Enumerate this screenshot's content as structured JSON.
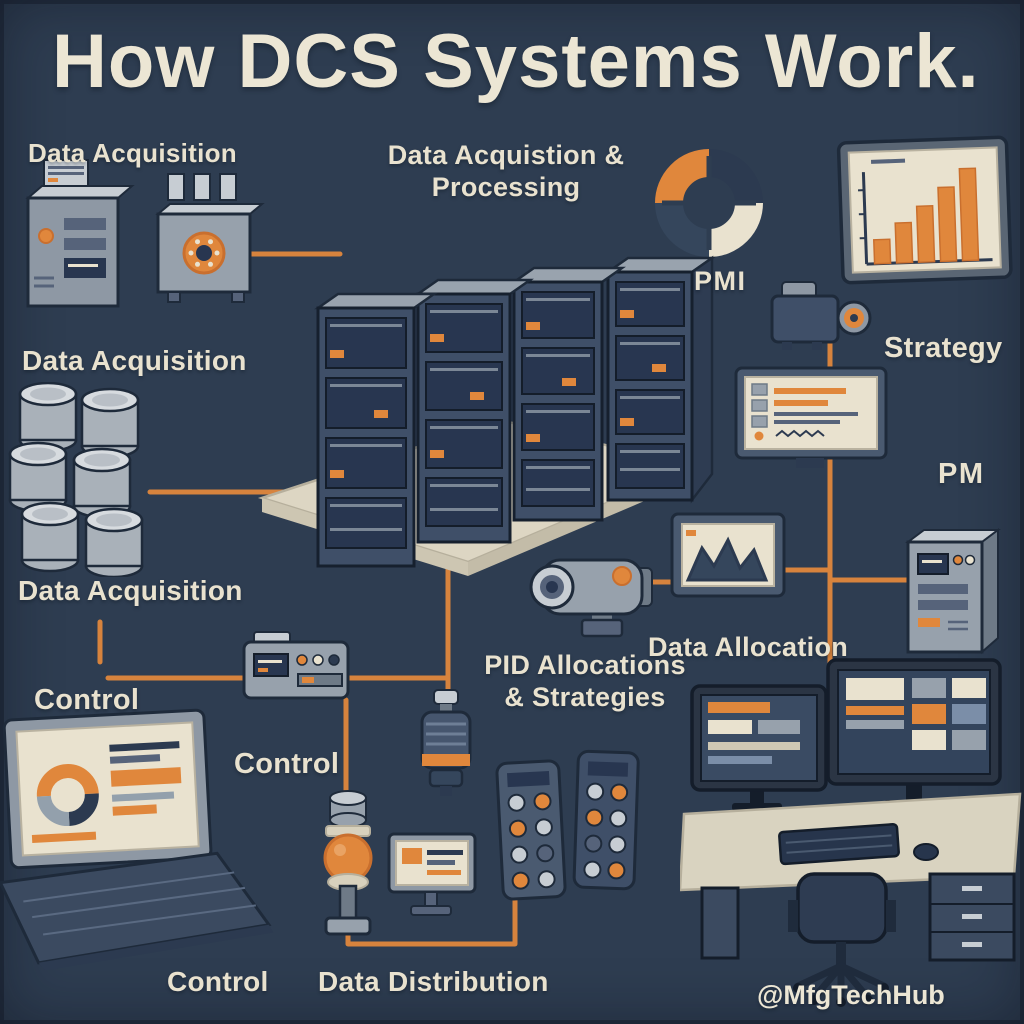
{
  "title": "How DCS Systems Work.",
  "credit": "@MfgTechHub",
  "labels": {
    "data_acquisition_top": "Data Acquisition",
    "data_acq_processing_line1": "Data Acquistion &",
    "data_acq_processing_line2": "Processing",
    "pmi": "PMI",
    "strategy": "Strategy",
    "data_acquisition_mid": "Data Acquisition",
    "pm": "PM",
    "data_acquisition_lower": "Data Acquisition",
    "data_allocation": "Data Allocation",
    "control_left": "Control",
    "pid_allocations_line1": "PID Allocations",
    "pid_allocations_line2": "& Strategies",
    "control_center": "Control",
    "control_bottom": "Control",
    "data_distribution": "Data Distribution"
  },
  "colors": {
    "background": "#2e3d51",
    "accent_orange": "#e0873c",
    "cream": "#e9e2cf",
    "panel_navy": "#3f4f68",
    "steel_gray": "#97a1ac"
  },
  "components": [
    {
      "name": "acquisition-devices",
      "description": "Field data acquisition units with indicator lights"
    },
    {
      "name": "pmi-donut-chart",
      "description": "Quartered donut chart labeled PMI"
    },
    {
      "name": "bar-chart-monitor",
      "description": "Display with rising orange bar chart"
    },
    {
      "name": "camera-device",
      "description": "Process camera with orange lens"
    },
    {
      "name": "hmi-tablet",
      "description": "Operator panel with status lines"
    },
    {
      "name": "cylinder-stack",
      "description": "Stacked storage cylinders"
    },
    {
      "name": "server-racks",
      "description": "Four DCS server cabinets on a platform"
    },
    {
      "name": "trend-display",
      "description": "Screen showing trend waveform"
    },
    {
      "name": "sensor-camera",
      "description": "Cylindrical sensor with lens"
    },
    {
      "name": "control-module",
      "description": "Compact control module with buttons"
    },
    {
      "name": "laptop",
      "description": "Laptop showing donut chart and KPIs"
    },
    {
      "name": "transmitter",
      "description": "Field transmitter with orange band"
    },
    {
      "name": "ball-sensor",
      "description": "Actuator with orange ball joint"
    },
    {
      "name": "small-monitor",
      "description": "Small operator monitor"
    },
    {
      "name": "control-panels",
      "description": "Push-button control panels"
    },
    {
      "name": "workstation",
      "description": "Operator desk with dual monitors and chair"
    }
  ]
}
